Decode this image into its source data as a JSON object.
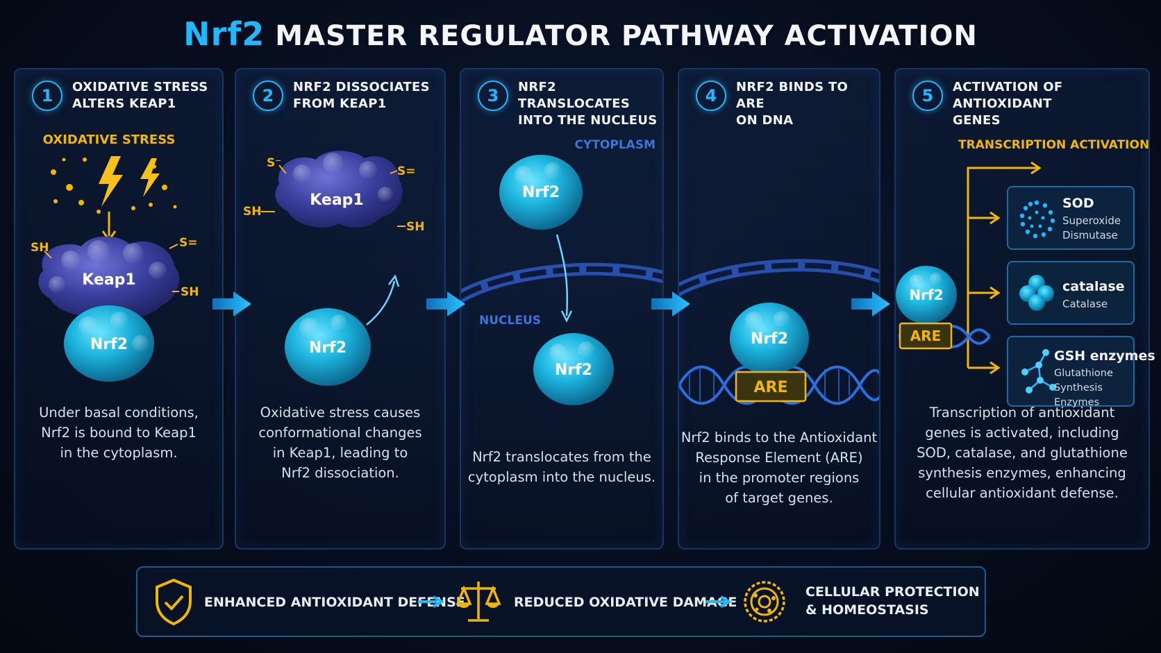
{
  "title": {
    "accent": "Nrf2",
    "rest": "MASTER REGULATOR PATHWAY ACTIVATION"
  },
  "steps": [
    {
      "num": "1",
      "title": "OXIDATIVE STRESS\nALTERS KEAP1",
      "desc": "Under basal conditions,\nNrf2 is bound to Keap1\nin the cytoplasm."
    },
    {
      "num": "2",
      "title": "NRF2 DISSOCIATES\nFROM KEAP1",
      "desc": "Oxidative stress causes\nconformational changes\nin Keap1, leading to\nNrf2 dissociation."
    },
    {
      "num": "3",
      "title": "NRF2 TRANSLOCATES\nINTO THE NUCLEUS",
      "desc": "Nrf2 translocates from the\ncytoplasm into the nucleus."
    },
    {
      "num": "4",
      "title": "NRF2 BINDS TO ARE\nON DNA",
      "desc": "Nrf2 binds to the Antioxidant\nResponse Element (ARE)\nin the promoter regions\nof target genes."
    },
    {
      "num": "5",
      "title": "ACTIVATION OF ANTIOXIDANT\nGENES",
      "desc": "Transcription of antioxidant\ngenes is activated, including\nSOD, catalase, and glutathione\nsynthesis enzymes, enhancing\ncellular antioxidant defense."
    }
  ],
  "labels": {
    "oxidative_stress": "OXIDATIVE STRESS",
    "keap1": "Keap1",
    "nrf2": "Nrf2",
    "sh": "SH",
    "s_minus": "S⁻",
    "s_eq": "S=",
    "cytoplasm": "CYTOPLASM",
    "nucleus": "NUCLEUS",
    "are": "ARE",
    "transcription_activation": "TRANSCRIPTION ACTIVATION"
  },
  "genes": [
    {
      "name": "SOD",
      "sub": "Superoxide\nDismutase",
      "icon": "sod-ring-icon"
    },
    {
      "name": "catalase",
      "sub": "Catalase",
      "icon": "catalase-cluster-icon"
    },
    {
      "name": "GSH enzymes",
      "sub": "Glutathione\nSynthesis Enzymes",
      "icon": "molecule-network-icon"
    }
  ],
  "outcomes": [
    {
      "text": "ENHANCED ANTIOXIDANT DEFENSE",
      "icon": "shield-check-icon"
    },
    {
      "text": "REDUCED OXIDATIVE DAMAGE",
      "icon": "balance-scale-icon"
    },
    {
      "text": "CELLULAR PROTECTION\n& HOMEOSTASIS",
      "icon": "cell-icon"
    }
  ],
  "colors": {
    "accent": "#22b8ff",
    "keap1": "#3a3f9e",
    "nrf2": "#1cb4de",
    "gold": "#f2b705",
    "panel_border": "#1a3560",
    "membrane": "#2a55b8"
  }
}
